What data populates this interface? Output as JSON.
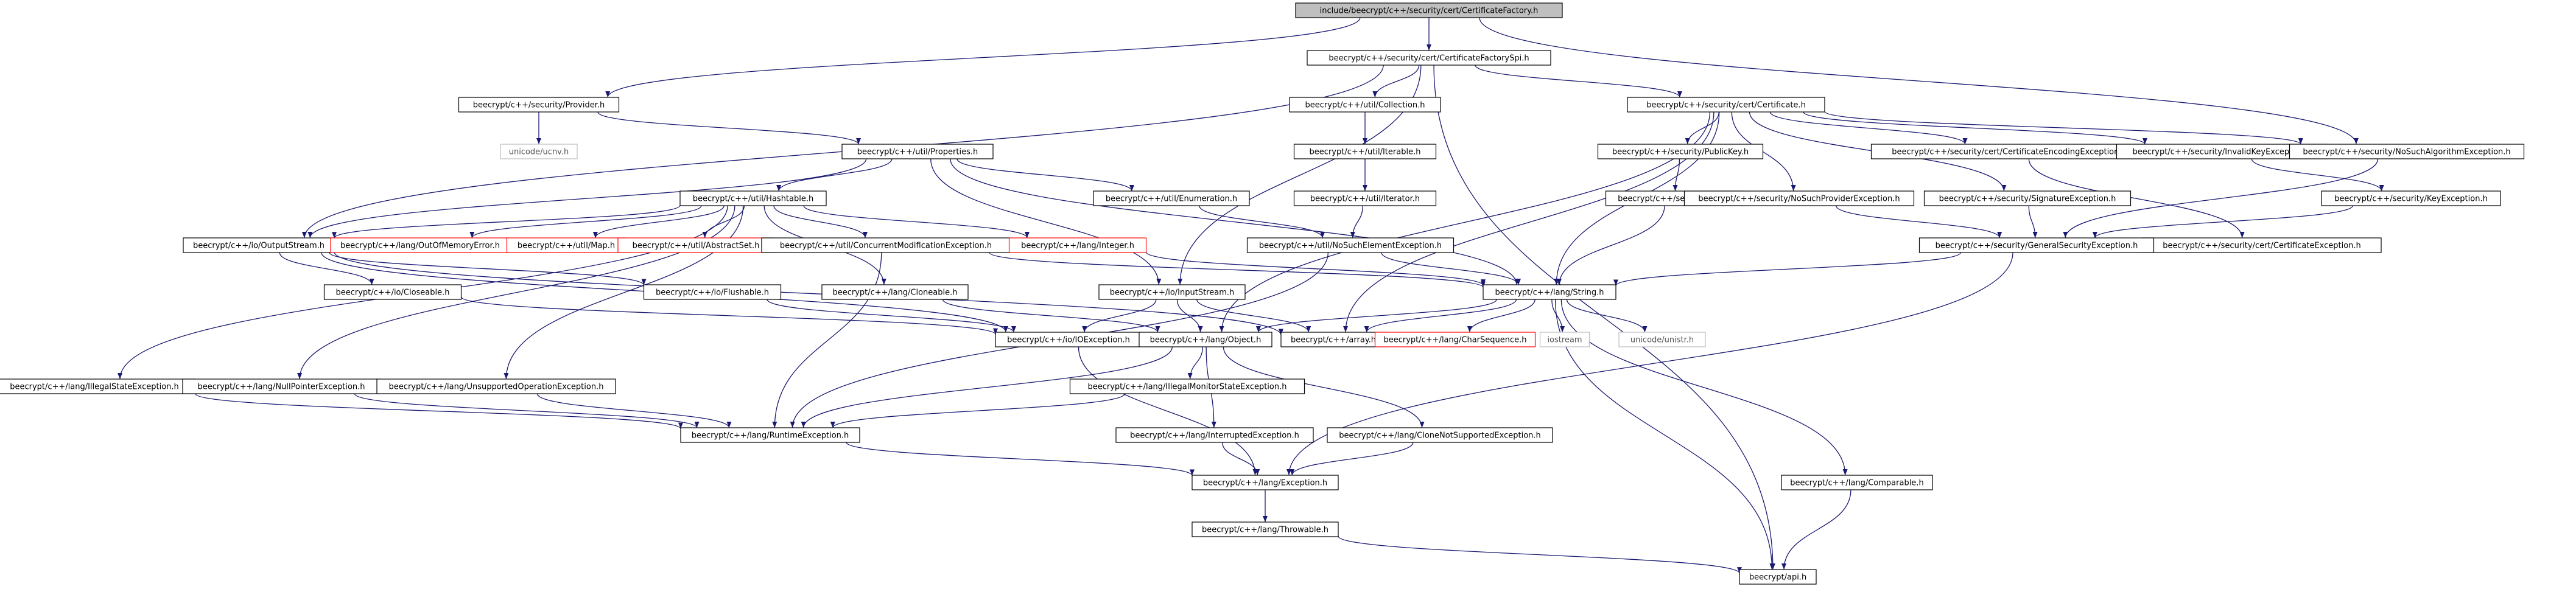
{
  "colors": {
    "edge": "#191970",
    "box_border": "#000000",
    "root_fill": "#bfbfbf",
    "missing_border": "#bfbfbf",
    "red_border": "#ff0000",
    "text": "#000000",
    "text_missing": "#555555"
  },
  "nodes": [
    {
      "id": "n0",
      "label": "include/beecrypt/c++/security/cert/CertificateFactory.h",
      "style": "root"
    },
    {
      "id": "n1",
      "label": "beecrypt/c++/security/cert/CertificateFactorySpi.h",
      "style": "normal"
    },
    {
      "id": "n2",
      "label": "beecrypt/c++/security/Provider.h",
      "style": "normal"
    },
    {
      "id": "n3",
      "label": "unicode/ucnv.h",
      "style": "missing"
    },
    {
      "id": "n4",
      "label": "beecrypt/c++/util/Properties.h",
      "style": "normal"
    },
    {
      "id": "n5",
      "label": "beecrypt/c++/util/Collection.h",
      "style": "normal"
    },
    {
      "id": "n6",
      "label": "beecrypt/c++/util/Iterable.h",
      "style": "normal"
    },
    {
      "id": "n7",
      "label": "beecrypt/c++/util/Iterator.h",
      "style": "normal"
    },
    {
      "id": "n8",
      "label": "beecrypt/c++/util/Enumeration.h",
      "style": "normal"
    },
    {
      "id": "n9",
      "label": "beecrypt/c++/util/NoSuchElementException.h",
      "style": "normal"
    },
    {
      "id": "n10",
      "label": "beecrypt/c++/util/Hashtable.h",
      "style": "normal"
    },
    {
      "id": "n11",
      "label": "beecrypt/c++/security/cert/Certificate.h",
      "style": "normal"
    },
    {
      "id": "n12",
      "label": "beecrypt/c++/security/PublicKey.h",
      "style": "normal"
    },
    {
      "id": "n13",
      "label": "beecrypt/c++/security/Key.h",
      "style": "normal"
    },
    {
      "id": "n14",
      "label": "beecrypt/c++/security/NoSuchProviderException.h",
      "style": "normal"
    },
    {
      "id": "n15",
      "label": "beecrypt/c++/security/cert/CertificateEncodingException.h",
      "style": "normal"
    },
    {
      "id": "n16",
      "label": "beecrypt/c++/security/SignatureException.h",
      "style": "normal"
    },
    {
      "id": "n17",
      "label": "beecrypt/c++/security/InvalidKeyException.h",
      "style": "normal"
    },
    {
      "id": "n18",
      "label": "beecrypt/c++/security/cert/CertificateException.h",
      "style": "normal"
    },
    {
      "id": "n19",
      "label": "beecrypt/c++/security/NoSuchAlgorithmException.h",
      "style": "normal"
    },
    {
      "id": "n20",
      "label": "beecrypt/c++/security/KeyException.h",
      "style": "normal"
    },
    {
      "id": "n21",
      "label": "beecrypt/c++/security/GeneralSecurityException.h",
      "style": "normal"
    },
    {
      "id": "n22",
      "label": "beecrypt/c++/io/OutputStream.h",
      "style": "normal"
    },
    {
      "id": "n23",
      "label": "beecrypt/c++/lang/OutOfMemoryError.h",
      "style": "red"
    },
    {
      "id": "n24",
      "label": "beecrypt/c++/util/Map.h",
      "style": "red"
    },
    {
      "id": "n25",
      "label": "beecrypt/c++/util/AbstractSet.h",
      "style": "red"
    },
    {
      "id": "n26",
      "label": "beecrypt/c++/util/ConcurrentModificationException.h",
      "style": "normal"
    },
    {
      "id": "n27",
      "label": "beecrypt/c++/lang/Integer.h",
      "style": "red"
    },
    {
      "id": "n28",
      "label": "beecrypt/c++/io/Closeable.h",
      "style": "normal"
    },
    {
      "id": "n29",
      "label": "beecrypt/c++/io/Flushable.h",
      "style": "normal"
    },
    {
      "id": "n30",
      "label": "beecrypt/c++/lang/Cloneable.h",
      "style": "normal"
    },
    {
      "id": "n31",
      "label": "beecrypt/c++/io/InputStream.h",
      "style": "normal"
    },
    {
      "id": "n32",
      "label": "beecrypt/c++/lang/String.h",
      "style": "normal"
    },
    {
      "id": "n33",
      "label": "beecrypt/c++/io/IOException.h",
      "style": "normal"
    },
    {
      "id": "n34",
      "label": "beecrypt/c++/lang/Object.h",
      "style": "normal"
    },
    {
      "id": "n35",
      "label": "beecrypt/c++/array.h",
      "style": "normal"
    },
    {
      "id": "n36",
      "label": "beecrypt/c++/lang/CharSequence.h",
      "style": "red"
    },
    {
      "id": "n37",
      "label": "iostream",
      "style": "missing"
    },
    {
      "id": "n38",
      "label": "unicode/unistr.h",
      "style": "missing"
    },
    {
      "id": "n39",
      "label": "beecrypt/c++/lang/IllegalStateException.h",
      "style": "normal"
    },
    {
      "id": "n40",
      "label": "beecrypt/c++/lang/NullPointerException.h",
      "style": "normal"
    },
    {
      "id": "n41",
      "label": "beecrypt/c++/lang/UnsupportedOperationException.h",
      "style": "normal"
    },
    {
      "id": "n42",
      "label": "beecrypt/c++/lang/IllegalMonitorStateException.h",
      "style": "normal"
    },
    {
      "id": "n43",
      "label": "beecrypt/c++/lang/RuntimeException.h",
      "style": "normal"
    },
    {
      "id": "n44",
      "label": "beecrypt/c++/lang/InterruptedException.h",
      "style": "normal"
    },
    {
      "id": "n45",
      "label": "beecrypt/c++/lang/CloneNotSupportedException.h",
      "style": "normal"
    },
    {
      "id": "n46",
      "label": "beecrypt/c++/lang/Exception.h",
      "style": "normal"
    },
    {
      "id": "n47",
      "label": "beecrypt/c++/lang/Comparable.h",
      "style": "normal"
    },
    {
      "id": "n48",
      "label": "beecrypt/c++/lang/Throwable.h",
      "style": "normal"
    },
    {
      "id": "n49",
      "label": "beecrypt/api.h",
      "style": "normal"
    }
  ],
  "edges": [
    [
      "n0",
      "n1"
    ],
    [
      "n0",
      "n2"
    ],
    [
      "n0",
      "n19"
    ],
    [
      "n1",
      "n5"
    ],
    [
      "n1",
      "n11"
    ],
    [
      "n1",
      "n22"
    ],
    [
      "n1",
      "n31"
    ],
    [
      "n1",
      "n49"
    ],
    [
      "n2",
      "n3"
    ],
    [
      "n2",
      "n4"
    ],
    [
      "n4",
      "n10"
    ],
    [
      "n4",
      "n8"
    ],
    [
      "n4",
      "n31"
    ],
    [
      "n4",
      "n32"
    ],
    [
      "n4",
      "n22"
    ],
    [
      "n5",
      "n6"
    ],
    [
      "n6",
      "n7"
    ],
    [
      "n7",
      "n9"
    ],
    [
      "n8",
      "n9"
    ],
    [
      "n9",
      "n32"
    ],
    [
      "n9",
      "n43"
    ],
    [
      "n10",
      "n22"
    ],
    [
      "n10",
      "n23"
    ],
    [
      "n10",
      "n24"
    ],
    [
      "n10",
      "n25"
    ],
    [
      "n10",
      "n26"
    ],
    [
      "n10",
      "n27"
    ],
    [
      "n10",
      "n30"
    ],
    [
      "n10",
      "n39"
    ],
    [
      "n10",
      "n40"
    ],
    [
      "n10",
      "n41"
    ],
    [
      "n11",
      "n12"
    ],
    [
      "n11",
      "n14"
    ],
    [
      "n11",
      "n15"
    ],
    [
      "n11",
      "n16"
    ],
    [
      "n11",
      "n17"
    ],
    [
      "n11",
      "n19"
    ],
    [
      "n11",
      "n32"
    ],
    [
      "n11",
      "n34"
    ],
    [
      "n11",
      "n35"
    ],
    [
      "n12",
      "n13"
    ],
    [
      "n13",
      "n32"
    ],
    [
      "n14",
      "n21"
    ],
    [
      "n15",
      "n18"
    ],
    [
      "n16",
      "n21"
    ],
    [
      "n17",
      "n20"
    ],
    [
      "n18",
      "n21"
    ],
    [
      "n19",
      "n21"
    ],
    [
      "n20",
      "n21"
    ],
    [
      "n21",
      "n32"
    ],
    [
      "n21",
      "n46"
    ],
    [
      "n22",
      "n28"
    ],
    [
      "n22",
      "n29"
    ],
    [
      "n22",
      "n33"
    ],
    [
      "n22",
      "n35"
    ],
    [
      "n26",
      "n32"
    ],
    [
      "n26",
      "n43"
    ],
    [
      "n27",
      "n32"
    ],
    [
      "n28",
      "n33"
    ],
    [
      "n29",
      "n33"
    ],
    [
      "n30",
      "n34"
    ],
    [
      "n31",
      "n33"
    ],
    [
      "n31",
      "n34"
    ],
    [
      "n31",
      "n35"
    ],
    [
      "n32",
      "n34"
    ],
    [
      "n32",
      "n35"
    ],
    [
      "n32",
      "n36"
    ],
    [
      "n32",
      "n37"
    ],
    [
      "n32",
      "n38"
    ],
    [
      "n32",
      "n47"
    ],
    [
      "n32",
      "n49"
    ],
    [
      "n33",
      "n46"
    ],
    [
      "n34",
      "n42"
    ],
    [
      "n34",
      "n43"
    ],
    [
      "n34",
      "n44"
    ],
    [
      "n34",
      "n45"
    ],
    [
      "n39",
      "n43"
    ],
    [
      "n40",
      "n43"
    ],
    [
      "n41",
      "n43"
    ],
    [
      "n42",
      "n43"
    ],
    [
      "n43",
      "n46"
    ],
    [
      "n44",
      "n46"
    ],
    [
      "n45",
      "n46"
    ],
    [
      "n46",
      "n48"
    ],
    [
      "n47",
      "n49"
    ],
    [
      "n48",
      "n49"
    ]
  ]
}
